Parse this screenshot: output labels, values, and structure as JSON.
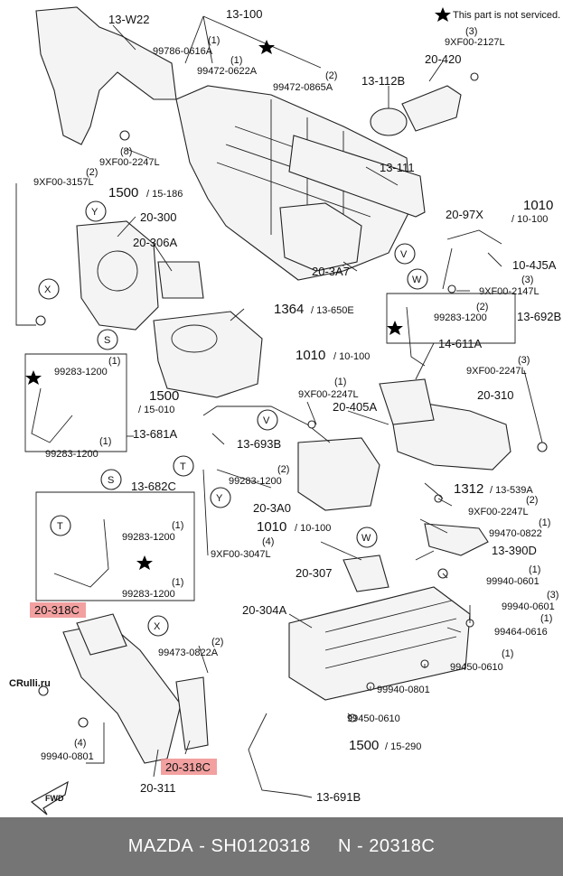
{
  "notice": "This part is not serviced.",
  "footer": {
    "brand": "MAZDA",
    "sep1": " - ",
    "part_number": "SH0120318",
    "gap": "     ",
    "n_label": "N",
    "sep2": " - ",
    "code": "20318C"
  },
  "watermark": "CRulli.ru",
  "highlight_color": "#f08f8f",
  "labels": {
    "l13w22": "13-W22",
    "l13100": "13-100",
    "l99786": "99786-0616A",
    "q1a": "(1)",
    "q1b": "(1)",
    "l99472a": "99472-0622A",
    "q2a": "(2)",
    "l99472b": "99472-0865A",
    "q3a": "(3)",
    "l9xf2127": "9XF00-2127L",
    "l20420": "20-420",
    "l13112b": "13-112B",
    "l13111": "13-111",
    "q8": "(8)",
    "l9xf2247a": "9XF00-2247L",
    "q2b": "(2)",
    "l9xf3157": "9XF00-3157L",
    "n1500a": "1500",
    "p15186": "/ 15-186",
    "l20300": "20-300",
    "l20306a": "20-306A",
    "n1010a": "1010",
    "p10100a": "/ 10-100",
    "l2097x": "20-97X",
    "l104j5a": "10-4J5A",
    "q3b": "(3)",
    "l9xf2147": "9XF00-2147L",
    "l203a7": "20-3A7",
    "q2c": "(2)",
    "l99283a": "99283-1200",
    "l13692b": "13-692B",
    "n1364": "1364",
    "p13650e": "/ 13-650E",
    "q1c": "(1)",
    "l99283b": "99283-1200",
    "n1500b": "1500",
    "p15010": "/ 15-010",
    "l13681a": "13-681A",
    "q1d": "(1)",
    "l99283c": "99283-1200",
    "n1010b": "1010",
    "p10100b": "/ 10-100",
    "l14611a": "14-611A",
    "q3c": "(3)",
    "l9xf2247b": "9XF00-2247L",
    "l20310": "20-310",
    "q1e": "(1)",
    "l9xf2247c": "9XF00-2247L",
    "l20405a": "20-405A",
    "l13693b": "13-693B",
    "q2d": "(2)",
    "l99283d": "99283-1200",
    "n1312": "1312",
    "p13539a": "/ 13-539A",
    "q2e": "(2)",
    "l9xf2247d": "9XF00-2247L",
    "l203a0": "20-3A0",
    "n1010c": "1010",
    "p10100c": "/ 10-100",
    "q1f": "(1)",
    "l99470": "99470-0822",
    "l13682c": "13-682C",
    "q1g": "(1)",
    "l99283e": "99283-1200",
    "q4a": "(4)",
    "l9xf3047": "9XF00-3047L",
    "l13390d": "13-390D",
    "l20307": "20-307",
    "q1h": "(1)",
    "l99940a": "99940-0601",
    "q1i": "(1)",
    "l99283f": "99283-1200",
    "l20318ca": "20-318C",
    "q3d": "(3)",
    "l99940b": "99940-0601",
    "l20304a": "20-304A",
    "q1j": "(1)",
    "l99464": "99464-0616",
    "q2f": "(2)",
    "l99473": "99473-0822A",
    "q1k": "(1)",
    "l99450a": "99450-0610",
    "l99940c": "99940-0801",
    "q4b": "(4)",
    "l99940d": "99940-0801",
    "l99450b": "99450-0610",
    "l20318cb": "20-318C",
    "n1500c": "1500",
    "p15290": "/ 15-290",
    "l20311": "20-311",
    "l13691b": "13-691B",
    "fwd": "FWD",
    "cY1": "Y",
    "cX1": "X",
    "cS1": "S",
    "cV1": "V",
    "cW1": "W",
    "cT1": "T",
    "cV2": "V",
    "cY2": "Y",
    "cS2": "S",
    "cT2": "T",
    "cX2": "X",
    "cW2": "W"
  }
}
